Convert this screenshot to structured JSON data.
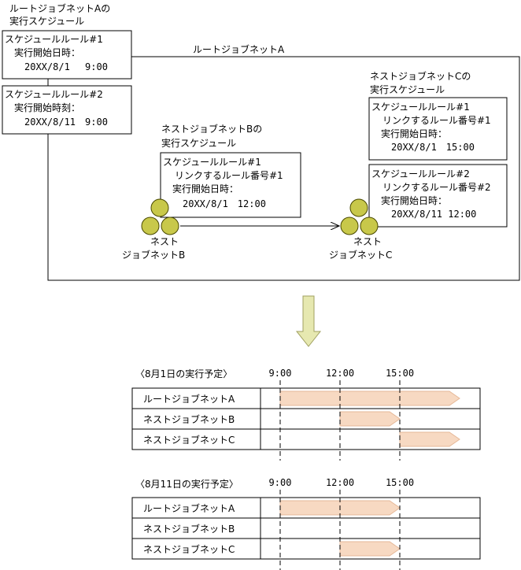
{
  "colors": {
    "jobnet_fill": "#c8c84a",
    "jobnet_stroke": "#4a4a00",
    "down_arrow_fill": "#e6e8b0",
    "down_arrow_stroke": "#a0a060",
    "bar_fill": "#f7d9c2",
    "bar_stroke": "#e6b898"
  },
  "root_schedule": {
    "heading_line1": "ルートジョブネットAの",
    "heading_line2": "実行スケジュール",
    "rule1": {
      "title": "スケジュールルール#1",
      "label": "実行開始日時：",
      "value": "20XX/8/1　 9:00"
    },
    "rule2": {
      "title": "スケジュールルール#2",
      "label": "実行開始時刻：",
      "value": "20XX/8/11　9:00"
    }
  },
  "root_jobnet": {
    "label": "ルートジョブネットA"
  },
  "nest_b_schedule": {
    "heading_line1": "ネストジョブネットBの",
    "heading_line2": "実行スケジュール",
    "rule1": {
      "title": "スケジュールルール#1",
      "link": "リンクするルール番号#1",
      "label": "実行開始日時：",
      "value": "20XX/8/1　12:00"
    }
  },
  "nest_c_schedule": {
    "heading_line1": "ネストジョブネットCの",
    "heading_line2": "実行スケジュール",
    "rule1": {
      "title": "スケジュールルール#1",
      "link": "リンクするルール番号#1",
      "label": "実行開始日時：",
      "value": "20XX/8/1　15:00"
    },
    "rule2": {
      "title": "スケジュールルール#2",
      "link": "リンクするルール番号#2",
      "label": "実行開始日時：",
      "value": "20XX/8/11 12:00"
    }
  },
  "nest_b": {
    "line1": "ネスト",
    "line2": "ジョブネットB"
  },
  "nest_c": {
    "line1": "ネスト",
    "line2": "ジョブネットC"
  },
  "timeline": {
    "times": [
      "9:00",
      "12:00",
      "15:00"
    ],
    "tables": [
      {
        "title": "〈8月1日の実行予定〉",
        "rows": [
          {
            "name": "ルートジョブネットA",
            "start": 0,
            "end": 3
          },
          {
            "name": "ネストジョブネットB",
            "start": 1,
            "end": 2
          },
          {
            "name": "ネストジョブネットC",
            "start": 2,
            "end": 3
          }
        ]
      },
      {
        "title": "〈8月11日の実行予定〉",
        "rows": [
          {
            "name": "ルートジョブネットA",
            "start": 0,
            "end": 2
          },
          {
            "name": "ネストジョブネットB",
            "start": null,
            "end": null
          },
          {
            "name": "ネストジョブネットC",
            "start": 1,
            "end": 2
          }
        ]
      }
    ]
  }
}
